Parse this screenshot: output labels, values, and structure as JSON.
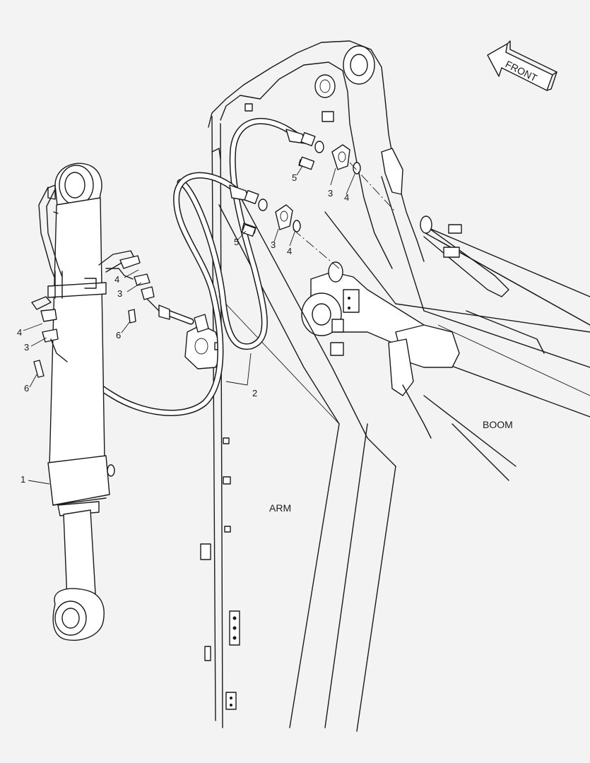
{
  "front_label": "FRONT",
  "region_labels": {
    "arm": "ARM",
    "boom": "BOOM"
  },
  "callouts": {
    "c1": "1",
    "c2": "2",
    "c3_top": "3",
    "c4_top": "4",
    "c5_top": "5",
    "c5_mid": "5",
    "c3_mid": "3",
    "c4_mid": "4",
    "c4_left_upper": "4",
    "c3_left_upper": "3",
    "c6_left_upper": "6",
    "c4_left_lower": "4",
    "c3_left_lower": "3",
    "c6_left_lower": "6"
  }
}
